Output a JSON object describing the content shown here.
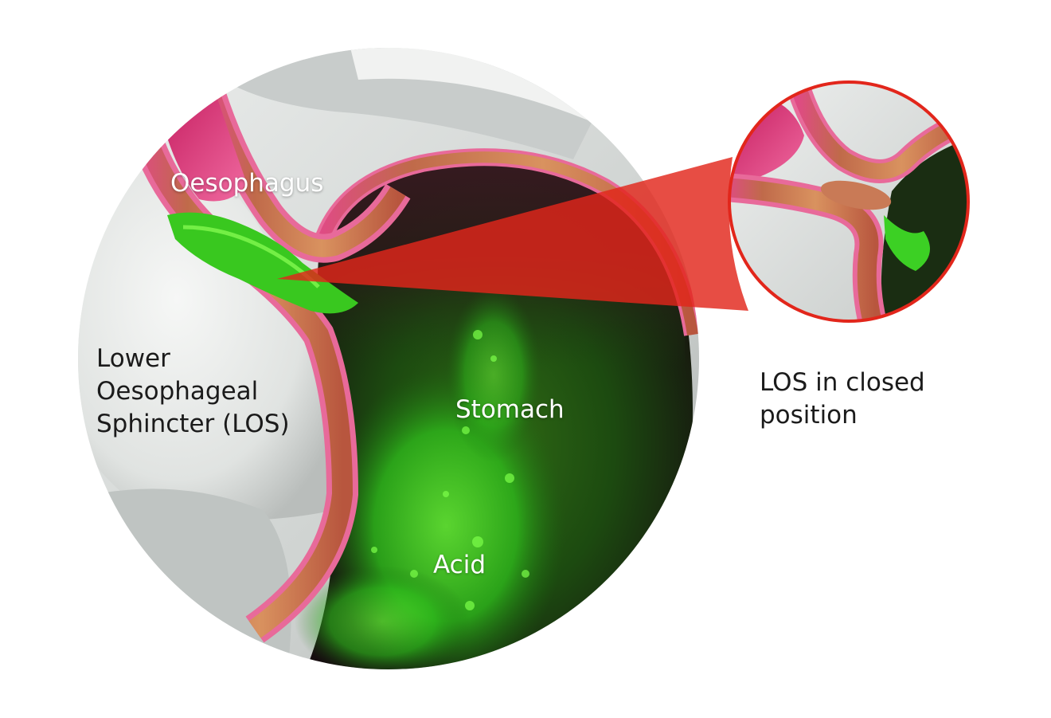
{
  "labels": {
    "oesophagus": "Oesophagus",
    "los": [
      "Lower",
      "Oesophageal",
      "Sphincter (LOS)"
    ],
    "stomach": "Stomach",
    "acid": "Acid",
    "inset_caption": [
      "LOS in closed",
      "position"
    ]
  },
  "colors": {
    "callout_red": "#e2261b",
    "tissue_pink": "#e0407a",
    "muscle_tan": "#c67a55",
    "acid_green": "#3ccf2a",
    "stomach_dark": "#1e3a12",
    "background_grey": "#d9dcda"
  }
}
